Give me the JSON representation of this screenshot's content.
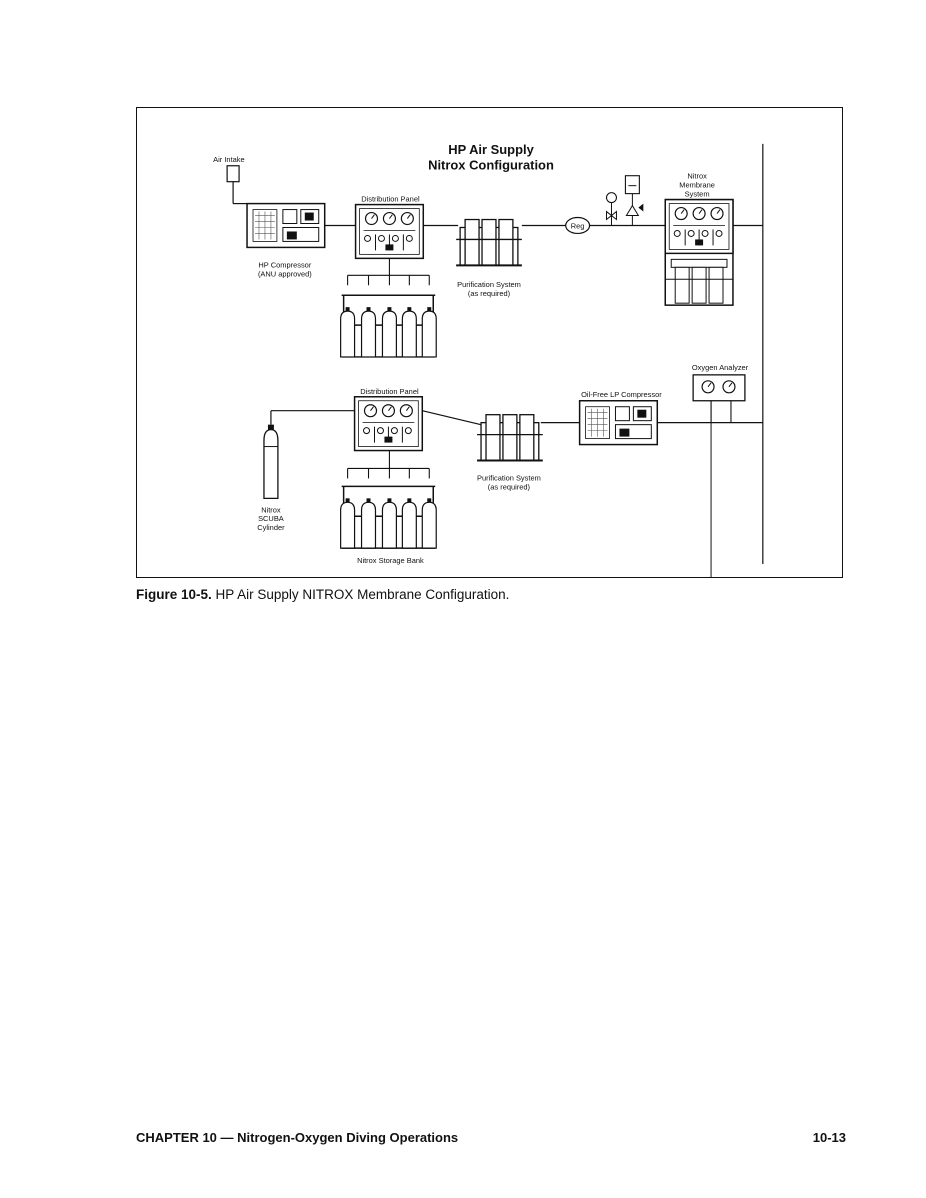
{
  "diagram": {
    "title_line1": "HP Air Supply",
    "title_line2": "Nitrox Configuration",
    "labels": {
      "air_intake": "Air Intake",
      "hp_compressor_1": "HP Compressor",
      "hp_compressor_2": "(ANU approved)",
      "distribution_panel_top": "Distribution Panel",
      "purification_top_1": "Purification System",
      "purification_top_2": "(as required)",
      "regulator": "Reg",
      "membrane_1": "Nitrox",
      "membrane_2": "Membrane",
      "membrane_3": "System",
      "oxygen_analyzer": "Oxygen Analyzer",
      "lp_compressor": "Oil-Free LP Compressor",
      "distribution_panel_bottom": "Distribution Panel",
      "purification_bottom_1": "Purification System",
      "purification_bottom_2": "(as required)",
      "scuba_1": "Nitrox",
      "scuba_2": "SCUBA",
      "scuba_3": "Cylinder",
      "storage_bank": "Nitrox Storage Bank"
    }
  },
  "caption": {
    "number": "Figure 10-5.",
    "text": "HP Air Supply NITROX Membrane Configuration."
  },
  "footer": {
    "chapter": "CHAPTER 10 — Nitrogen-Oxygen Diving Operations",
    "page": "10-13"
  }
}
